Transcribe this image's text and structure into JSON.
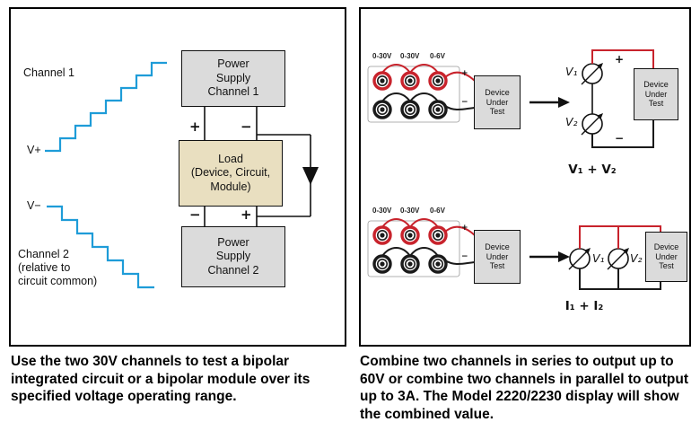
{
  "colors": {
    "waveform_blue": "#1e9cd8",
    "wire_red": "#c8232c",
    "gray_box": "#dbdbdb",
    "tan_box": "#e9dfc0",
    "line_black": "#111111"
  },
  "left": {
    "channel1": "Channel 1",
    "vplus": "V+",
    "vminus": "V−",
    "channel2": "Channel 2\n(relative to\ncircuit common)",
    "ps1": "Power\nSupply\nChannel 1",
    "load": "Load\n(Device, Circuit,\nModule)",
    "ps2": "Power\nSupply\nChannel 2",
    "top_plus": "+",
    "top_minus": "−",
    "bottom_minus": "−",
    "bottom_plus": "+",
    "caption": "Use the two 30V channels to test a bipolar integrated circuit or a bipolar module over its specified voltage operating range."
  },
  "right": {
    "series": {
      "terminals": [
        "0-30V",
        "0-30V",
        "0-6V"
      ],
      "panel_plus": "+",
      "panel_minus": "−",
      "dut": "Device\nUnder\nTest",
      "v1": "V₁",
      "v2": "V₂",
      "out_plus": "+",
      "out_minus": "−",
      "dut2": "Device\nUnder\nTest",
      "sum": "V₁ + V₂"
    },
    "parallel": {
      "terminals": [
        "0-30V",
        "0-30V",
        "0-6V"
      ],
      "panel_plus": "+",
      "panel_minus": "−",
      "dut": "Device\nUnder\nTest",
      "v1": "V₁",
      "v2": "V₂",
      "dut2": "Device\nUnder\nTest",
      "sum": "I₁ + I₂"
    },
    "caption": "Combine two channels in series to output up to 60V or combine two channels in parallel to output up to 3A. The Model 2220/2230 display will show the combined value."
  }
}
